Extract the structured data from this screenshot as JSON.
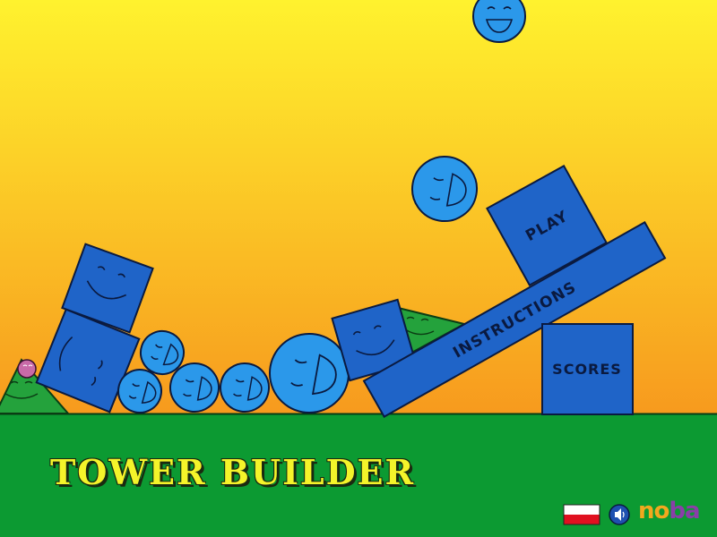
{
  "game": {
    "title": "TOWER BUILDER"
  },
  "menu": {
    "play_label": "PLAY",
    "instructions_label": "INSTRUCTIONS",
    "scores_label": "SCORES"
  },
  "footer": {
    "language_flag": "flag-poland-icon",
    "sound_icon": "speaker-icon",
    "brand_part1": "no",
    "brand_part2": "ba"
  },
  "colors": {
    "sky_top": "#fff22e",
    "sky_bottom": "#f79a1e",
    "ground": "#0c9a32",
    "block_blue": "#1f64c8",
    "ball_blue": "#2b98ea",
    "triangle_green": "#24a23c",
    "title_yellow": "#f4f42a"
  }
}
